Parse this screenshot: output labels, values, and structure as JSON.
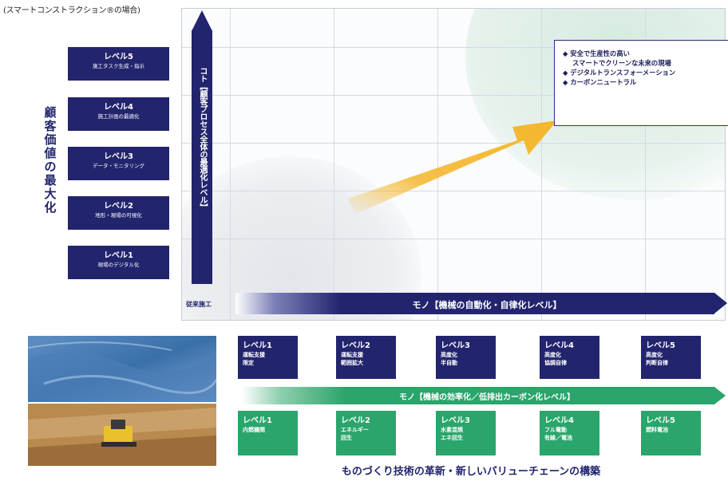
{
  "caption": "(スマートコンストラクション®の場合)",
  "vertical_title": "顧客価値の最大化",
  "left_levels": [
    {
      "title": "レベル5",
      "sub": "施工タスク生成・指示"
    },
    {
      "title": "レベル4",
      "sub": "施工計画の最適化"
    },
    {
      "title": "レベル3",
      "sub": "データ・モニタリング"
    },
    {
      "title": "レベル2",
      "sub": "地形・現場の可視化"
    },
    {
      "title": "レベル1",
      "sub": "現場のデジタル化"
    }
  ],
  "koto_axis_label": "コト【顧客プロセス全体の最適化レベル】",
  "conventional_label": "従来施工",
  "mono_top_label": "モノ【機械の自動化・自律化レベル】",
  "goals": [
    "◆ 安全で生産性の高い",
    "スマートでクリーンな未来の現場",
    "◆ デジタルトランスフォーメーション",
    "◆ カーボンニュートラル"
  ],
  "automation_levels": [
    {
      "title": "レベル1",
      "sub": [
        "運転支援",
        "限定"
      ]
    },
    {
      "title": "レベル2",
      "sub": [
        "運転支援",
        "範囲拡大"
      ]
    },
    {
      "title": "レベル3",
      "sub": [
        "高度化",
        "半自動"
      ]
    },
    {
      "title": "レベル4",
      "sub": [
        "高度化",
        "協調自律"
      ]
    },
    {
      "title": "レベル5",
      "sub": [
        "高度化",
        "判断自律"
      ]
    }
  ],
  "mono_bottom_label": "モノ【機械の効率化／低排出カーボン化レベル】",
  "efficiency_levels": [
    {
      "title": "レベル1",
      "sub": [
        "内燃機関"
      ]
    },
    {
      "title": "レベル2",
      "sub": [
        "エネルギー",
        "回生"
      ]
    },
    {
      "title": "レベル3",
      "sub": [
        "水素混焼",
        "エネ回生"
      ]
    },
    {
      "title": "レベル4",
      "sub": [
        "フル電動",
        "有線／電池"
      ]
    },
    {
      "title": "レベル5",
      "sub": [
        "燃料電池"
      ]
    }
  ],
  "footer": "ものづくり技術の革新・新しいバリューチェーンの構築",
  "colors": {
    "navy": "#22246e",
    "green": "#2aa56b",
    "arrow_yellow": "#f4b62a"
  }
}
